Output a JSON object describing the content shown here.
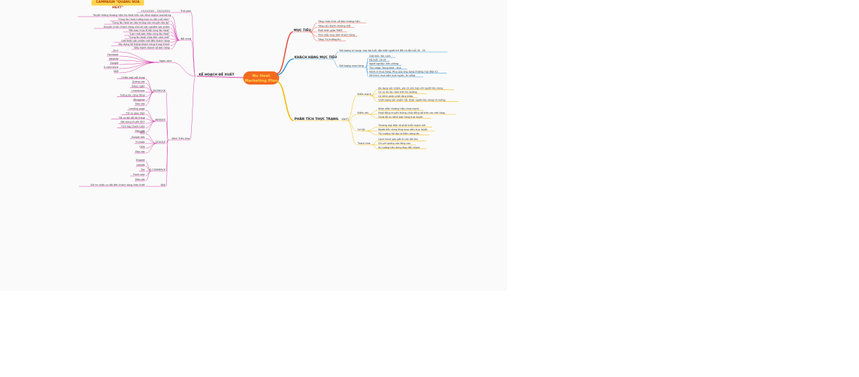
{
  "header_chip": "CAMPAIGN \"QUẢNG NỬA HEXT\"",
  "center": {
    "line1": "Nu Heat",
    "line2": "Marketing Plan",
    "color": "#f26a21",
    "text_color": "#ffd54a"
  },
  "colors": {
    "muc_tieu": "#e74c3c",
    "khach_hang": "#3498db",
    "phan_tich": "#f5b700",
    "ke_hoach": "#d63ba8"
  },
  "branches": {
    "muc_tieu": {
      "label": "MỤC TIÊU",
      "items": [
        "Tăng nhận thức về bảo thương hiệu",
        "Tăng cấu thành thương mới",
        "Phát triển giữa TMĐT",
        "Thúc đẩy mua sắm khách hàng",
        "Tăng Thị trường thị"
      ]
    },
    "khach_hang": {
      "label": "KHÁCH HÀNG MỤC TIÊU",
      "groups": [
        {
          "label": "Đối tượng sử dụng: mọi lứa tuổi, đặc biệt người trẻ đến từ độ tuổi 18 - 35",
          "items": []
        },
        {
          "label": "Đối tượng mua hàng",
          "items": [
            "Giới tính: Nữ, nam",
            "Độ tuổi: 18-35",
            "Nghề nghiệp: Văn phòng",
            "Thu nhập: Trung bình - khá",
            "Hành vi mua hàng: Mua qua ứng dụng thương mại điện tử",
            "Sở thích: mua sắm trực tuyến, ăn uống"
          ]
        }
      ]
    },
    "phan_tich": {
      "label": "PHÂN TÍCH THỰC TRẠNG",
      "sub": "SWOT",
      "groups": [
        {
          "label": "Điểm mạnh",
          "items": [
            "Đa dạng sản phẩm, giá cả phù hợp với người tiêu dùng",
            "Có uy tín lâu năm trên thị trường",
            "Có kênh phân phối rộng khắp",
            "Chất lượng sản phẩm tốt, được người tiêu dùng tin tưởng"
          ]
        },
        {
          "label": "Điểm yếu",
          "items": [
            "Nhận diện thương hiệu chưa mạnh",
            "Hoạt động truyền thông chưa đồng bộ trên các nền tảng",
            "Chưa tối ưu kênh bán hàng trực tuyến"
          ]
        },
        {
          "label": "Cơ hội",
          "items": [
            "Thương mại điện tử phát triển mạnh mẽ",
            "Người tiêu dùng tăng mua sắm trực tuyến",
            "Thị trường nội địa có tiềm năng lớn"
          ]
        },
        {
          "label": "Thách thức",
          "items": [
            "Cạnh tranh gay gắt từ các đối thủ",
            "Chi phí quảng cáo tăng cao",
            "Xu hướng tiêu dùng thay đổi nhanh"
          ]
        }
      ]
    },
    "ke_hoach": {
      "label": "KẾ HOẠCH ĐỀ XUẤT",
      "groups": [
        {
          "label": "Thời gian",
          "items": [
            "15/11/2021 - 15/12/2021"
          ]
        },
        {
          "label": "Nội dung",
          "items": [
            "Truyền thông thương hiệu Nu Heat trên các kênh digital marketing",
            "\"Cùng Nu Heat hưởng trọn ưu đãi cuối năm\"",
            "\"Cùng Nu Heat lan tỏa những câu chuyện ấm áp\"",
            "Khuyến khích khách hàng chia sẻ trải nghiệm sản phẩm",
            "\"Mở màn mùa lễ hội cùng Nu Heat\"",
            "\"Làm mới bản thân cùng Nu Heat\"",
            "\"Cùng Nu Heat chào đón năm mới\"",
            "Giới thiệu sản phẩm mới đến khách hàng",
            "Xây dựng hệ thống khách hàng trung thành",
            "Đẩy mạnh doanh số bán hàng"
          ]
        },
        {
          "label": "Ngân sách",
          "items": [
            "20 tr",
            "Facebook",
            "Website",
            "Google",
            "E-commerce",
            "SMS"
          ]
        },
        {
          "label": "Kênh Triển khai",
          "children": [
            {
              "label": "FACEBOOK",
              "items": [
                "Chiến lược nội dung",
                "Quảng cáo",
                "Video ngắn",
                "Livestream",
                "Tương tác cộng đồng",
                "Minigame",
                "Báo cáo"
              ]
            },
            {
              "label": "WEBSITE",
              "items": [
                "Landing page",
                "Tối ưu giao diện",
                "Tối ưu tốc độ tải trang",
                "Nội dung chuẩn SEO",
                "Tích hợp thanh toán",
                "Báo cáo"
              ]
            },
            {
              "label": "GOOGLE",
              "items": [
                "SEO",
                "Google Ads",
                "Từ khóa",
                "GDN",
                "Báo cáo"
              ]
            },
            {
              "label": "E-COMMERCE",
              "items": [
                "Shopee",
                "Lazada",
                "Tiki",
                "Flash sale",
                "Báo cáo"
              ]
            },
            {
              "label": "SMS",
              "items": [
                "Gửi tin nhắn ưu đãi đến khách hàng thân thiết"
              ]
            }
          ]
        }
      ]
    }
  }
}
